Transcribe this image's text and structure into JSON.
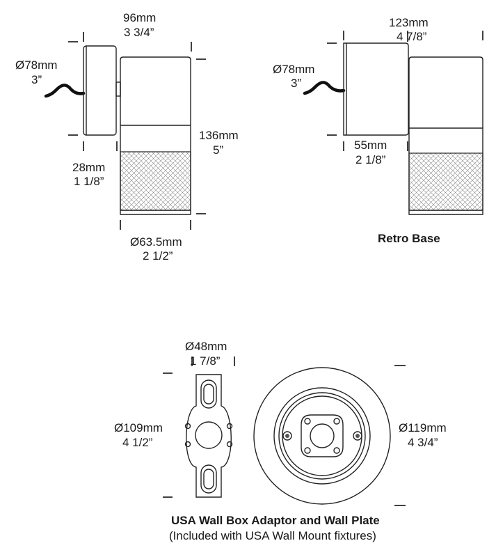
{
  "fixture": {
    "width_mm": "96mm",
    "width_in": "3 3/4”",
    "base_dia_mm": "Ø78mm",
    "base_dia_in": "3”",
    "height_mm": "136mm",
    "height_in": "5”",
    "base_depth_mm": "28mm",
    "base_depth_in": "1 1/8”",
    "body_dia_mm": "Ø63.5mm",
    "body_dia_in": "2 1/2”"
  },
  "retro": {
    "width_mm": "123mm",
    "width_in": "4 7/8”",
    "base_dia_mm": "Ø78mm",
    "base_dia_in": "3”",
    "base_depth_mm": "55mm",
    "base_depth_in": "2 1/8”",
    "caption": "Retro Base"
  },
  "adaptor": {
    "width_mm": "Ø48mm",
    "width_in": "1 7/8”",
    "length_mm": "Ø109mm",
    "length_in": "4 1/2”"
  },
  "wall_plate": {
    "dia_mm": "Ø119mm",
    "dia_in": "4 3/4”"
  },
  "bottom_caption": {
    "title": "USA Wall Box Adaptor and Wall Plate",
    "subtitle": "(Included with USA Wall Mount fixtures)"
  }
}
